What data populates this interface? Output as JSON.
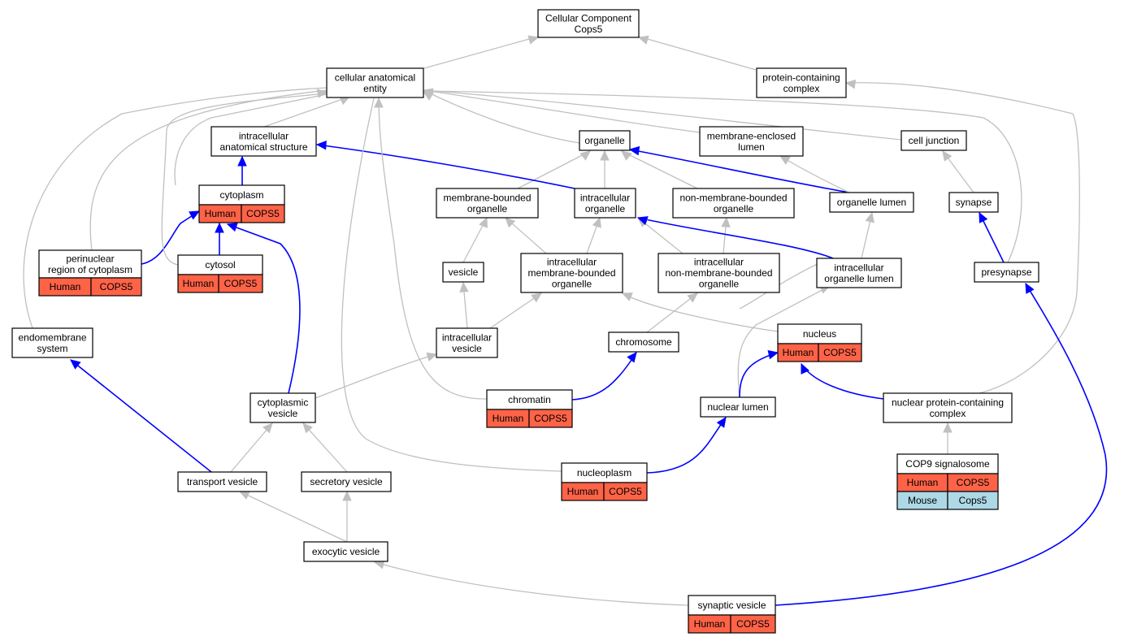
{
  "graph": {
    "root": "Cellular Component\nCops5",
    "colors": {
      "human": "#ff6347",
      "mouse": "#add8e6",
      "annotated_edge": "#0000ff",
      "is_a_edge": "#c0c0c0"
    },
    "nodes": {
      "root": {
        "label": "Cellular Component\nCops5"
      },
      "cae": {
        "label": "cellular anatomical\nentity"
      },
      "pcc": {
        "label": "protein-containing\ncomplex"
      },
      "ias": {
        "label": "intracellular\nanatomical structure"
      },
      "organelle": {
        "label": "organelle"
      },
      "mel": {
        "label": "membrane-enclosed\nlumen"
      },
      "celljunction": {
        "label": "cell junction"
      },
      "cytoplasm": {
        "label": "cytoplasm",
        "rows": [
          [
            "Human",
            "COPS5"
          ]
        ]
      },
      "mbo": {
        "label": "membrane-bounded\norganelle"
      },
      "io": {
        "label": "intracellular\norganelle"
      },
      "nmbo": {
        "label": "non-membrane-bounded\norganelle"
      },
      "ol": {
        "label": "organelle lumen"
      },
      "synapse": {
        "label": "synapse"
      },
      "perinuclear": {
        "label": "perinuclear\nregion of cytoplasm",
        "rows": [
          [
            "Human",
            "COPS5"
          ]
        ]
      },
      "cytosol": {
        "label": "cytosol",
        "rows": [
          [
            "Human",
            "COPS5"
          ]
        ]
      },
      "vesicle": {
        "label": "vesicle"
      },
      "imbo": {
        "label": "intracellular\nmembrane-bounded\norganelle"
      },
      "inmbo": {
        "label": "intracellular\nnon-membrane-bounded\norganelle"
      },
      "iol": {
        "label": "intracellular\norganelle lumen"
      },
      "presynapse": {
        "label": "presynapse"
      },
      "endomembrane": {
        "label": "endomembrane\nsystem"
      },
      "iv": {
        "label": "intracellular\nvesicle"
      },
      "chromosome": {
        "label": "chromosome"
      },
      "nucleus": {
        "label": "nucleus",
        "rows": [
          [
            "Human",
            "COPS5"
          ]
        ]
      },
      "cv": {
        "label": "cytoplasmic\nvesicle"
      },
      "chromatin": {
        "label": "chromatin",
        "rows": [
          [
            "Human",
            "COPS5"
          ]
        ]
      },
      "nl": {
        "label": "nuclear lumen"
      },
      "npcc": {
        "label": "nuclear protein-containing\ncomplex"
      },
      "cop9": {
        "label": "COP9 signalosome",
        "rows": [
          [
            "Human",
            "COPS5"
          ],
          [
            "Mouse",
            "Cops5"
          ]
        ]
      },
      "tv": {
        "label": "transport vesicle"
      },
      "sv": {
        "label": "secretory vesicle"
      },
      "nucleoplasm": {
        "label": "nucleoplasm",
        "rows": [
          [
            "Human",
            "COPS5"
          ]
        ]
      },
      "ev": {
        "label": "exocytic vesicle"
      },
      "synv": {
        "label": "synaptic vesicle",
        "rows": [
          [
            "Human",
            "COPS5"
          ]
        ]
      }
    }
  }
}
